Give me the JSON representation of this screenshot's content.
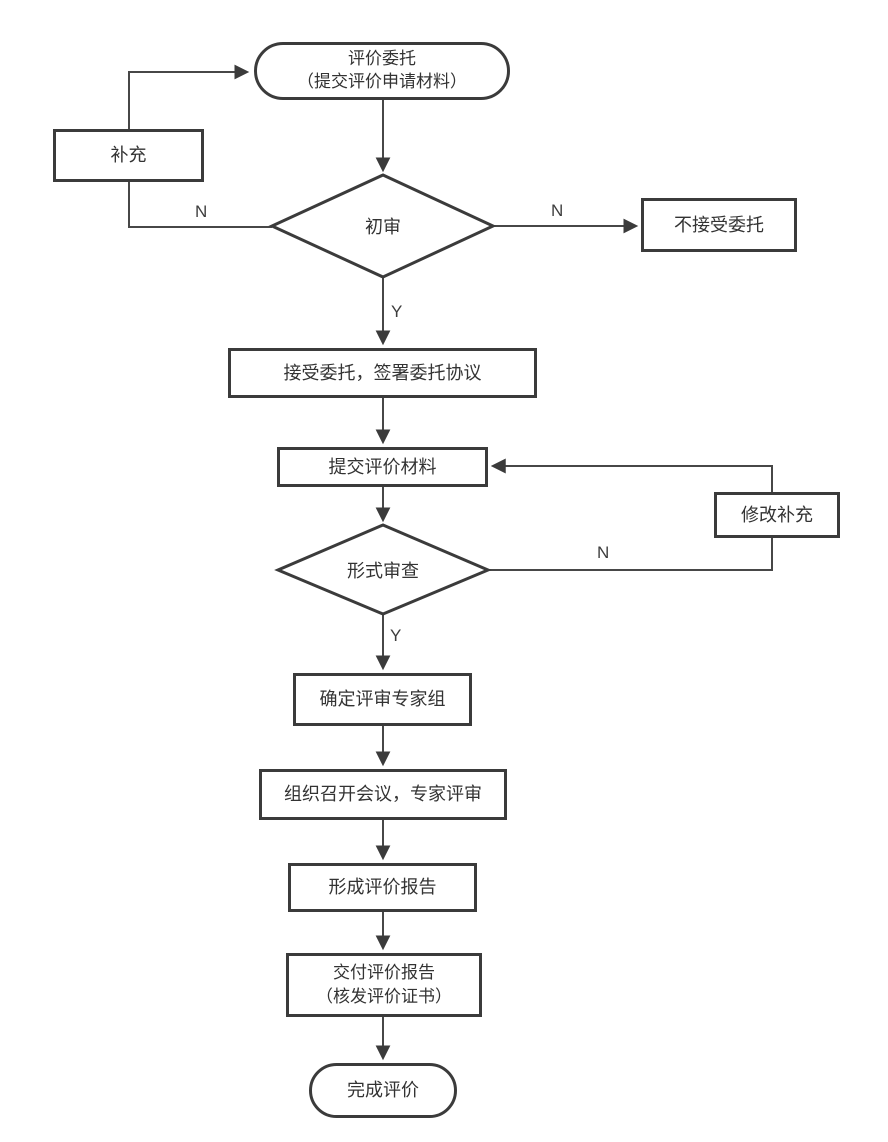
{
  "diagram": {
    "nodes": {
      "start": {
        "type": "terminator",
        "label": "评价委托",
        "sub": "（提交评价申请材料）"
      },
      "supplement": {
        "type": "process",
        "label": "补充"
      },
      "initial_review": {
        "type": "decision",
        "label": "初审"
      },
      "reject": {
        "type": "process",
        "label": "不接受委托"
      },
      "accept": {
        "type": "process",
        "label": "接受委托，签署委托协议"
      },
      "submit_materials": {
        "type": "process",
        "label": "提交评价材料"
      },
      "revise": {
        "type": "process",
        "label": "修改补充"
      },
      "formal_review": {
        "type": "decision",
        "label": "形式审查"
      },
      "expert_group": {
        "type": "process",
        "label": "确定评审专家组"
      },
      "meeting": {
        "type": "process",
        "label": "组织召开会议，专家评审"
      },
      "report": {
        "type": "process",
        "label": "形成评价报告"
      },
      "deliver": {
        "type": "terminator_process",
        "label": "交付评价报告",
        "sub": "（核发评价证书）"
      },
      "end": {
        "type": "terminator",
        "label": "完成评价"
      }
    },
    "edge_labels": {
      "initial_review_no_left": "N",
      "initial_review_no_right": "N",
      "initial_review_yes": "Y",
      "formal_review_no": "N",
      "formal_review_yes": "Y"
    },
    "edges": [
      {
        "from": "start",
        "to": "initial_review",
        "label": ""
      },
      {
        "from": "initial_review",
        "to": "supplement",
        "label": "N"
      },
      {
        "from": "supplement",
        "to": "start",
        "label": ""
      },
      {
        "from": "initial_review",
        "to": "reject",
        "label": "N"
      },
      {
        "from": "initial_review",
        "to": "accept",
        "label": "Y"
      },
      {
        "from": "accept",
        "to": "submit_materials",
        "label": ""
      },
      {
        "from": "submit_materials",
        "to": "formal_review",
        "label": ""
      },
      {
        "from": "formal_review",
        "to": "revise",
        "label": "N"
      },
      {
        "from": "revise",
        "to": "submit_materials",
        "label": ""
      },
      {
        "from": "formal_review",
        "to": "expert_group",
        "label": "Y"
      },
      {
        "from": "expert_group",
        "to": "meeting",
        "label": ""
      },
      {
        "from": "meeting",
        "to": "report",
        "label": ""
      },
      {
        "from": "report",
        "to": "deliver",
        "label": ""
      },
      {
        "from": "deliver",
        "to": "end",
        "label": ""
      }
    ],
    "colors": {
      "shape_stroke": "#3b3b3b",
      "line_stroke": "#474747",
      "text": "#333333",
      "background": "#ffffff"
    }
  }
}
